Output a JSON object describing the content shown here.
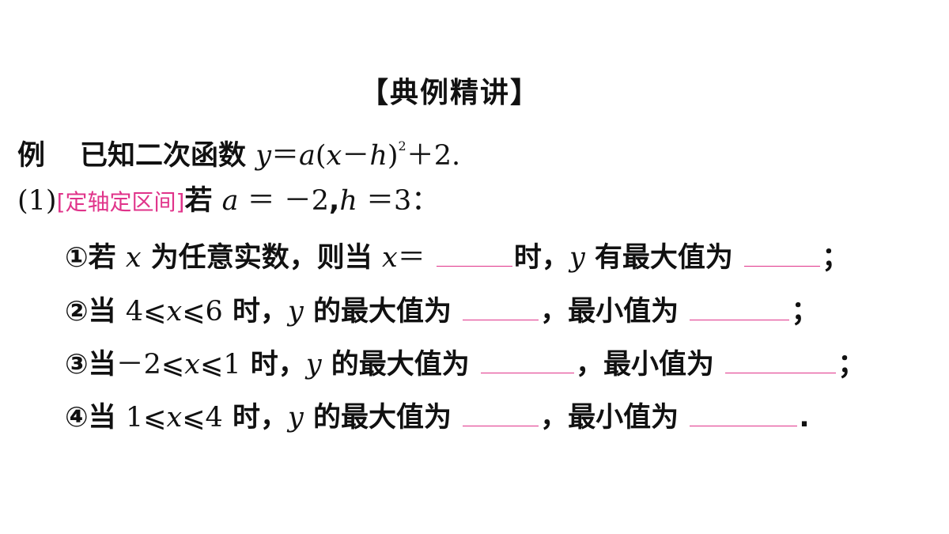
{
  "title": "【典例精讲】",
  "example": {
    "label": "例",
    "intro": "已知二次函数",
    "formula": {
      "y": "y",
      "eq": "＝",
      "a": "a",
      "lp": "(",
      "x": "x",
      "minus": "－",
      "h": "h",
      "rp": ")",
      "exp": "2",
      "plus": "＋",
      "c": "2",
      "end": "."
    }
  },
  "part1": {
    "num": "(1)",
    "tag": "[定轴定区间]",
    "cond_prefix": "若",
    "a": "a",
    "eq1": " ＝ －2",
    "comma": ",",
    "h": "h",
    "eq2": " ＝3：",
    "q1": {
      "lead": "①若",
      "x": "x",
      "mid": "为任意实数，则当",
      "x2": "x",
      "eq": "＝",
      "after_blank": "时，",
      "y": "y",
      "tail": "有最大值为",
      "end": "；"
    },
    "q2": {
      "lead": "②当",
      "low": "4",
      "le1": "⩽",
      "x": "x",
      "le2": "⩽",
      "high": "6",
      "when": "时，",
      "y": "y",
      "max": "的最大值为",
      "min": "，最小值为",
      "end": "；"
    },
    "q3": {
      "lead": "③当",
      "low": "－2",
      "le1": "⩽",
      "x": "x",
      "le2": "⩽",
      "high": "1",
      "when": "时，",
      "y": "y",
      "max": "的最大值为",
      "min": "，最小值为",
      "end": "；"
    },
    "q4": {
      "lead": "④当",
      "low": "1",
      "le1": "⩽",
      "x": "x",
      "le2": "⩽",
      "high": "4",
      "when": "时，",
      "y": "y",
      "max": "的最大值为",
      "min": "，最小值为",
      "end": "."
    }
  }
}
